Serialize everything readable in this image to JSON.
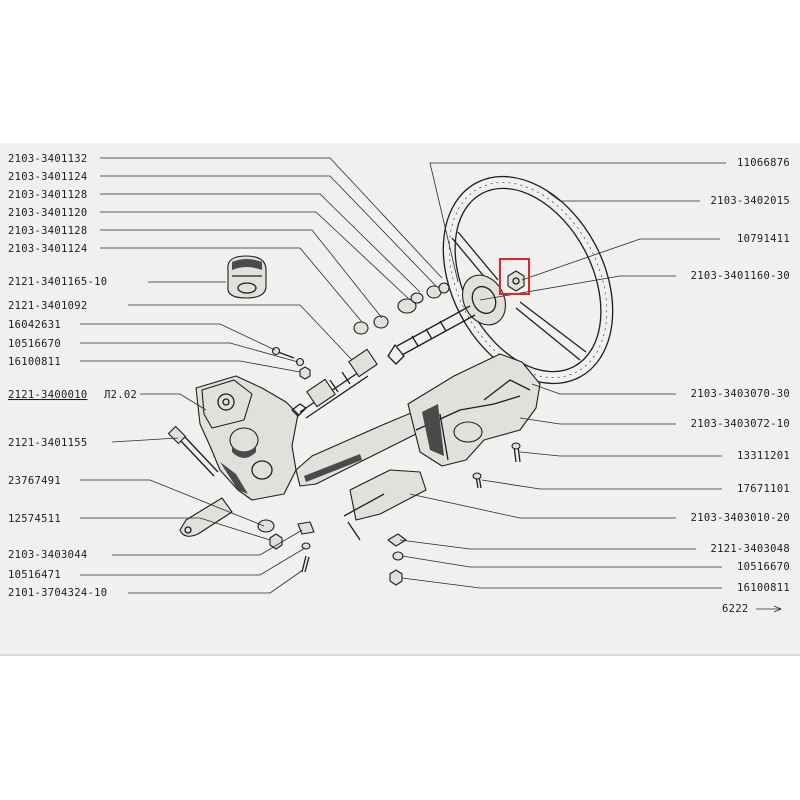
{
  "callouts_left": [
    {
      "part": "2103-3401132"
    },
    {
      "part": "2103-3401124"
    },
    {
      "part": "2103-3401128"
    },
    {
      "part": "2103-3401120"
    },
    {
      "part": "2103-3401128"
    },
    {
      "part": "2103-3401124"
    },
    {
      "part": "2121-3401165-10"
    },
    {
      "part": "2121-3401092"
    },
    {
      "part": "16042631"
    },
    {
      "part": "10516670"
    },
    {
      "part": "16100811"
    },
    {
      "part": "2121-3400010",
      "suffix": "Л2.02"
    },
    {
      "part": "2121-3401155"
    },
    {
      "part": "23767491"
    },
    {
      "part": "12574511"
    },
    {
      "part": "2103-3403044"
    },
    {
      "part": "10516471"
    },
    {
      "part": "2101-3704324-10"
    }
  ],
  "callouts_right": [
    {
      "part": "11066876"
    },
    {
      "part": "2103-3402015"
    },
    {
      "part": "10791411"
    },
    {
      "part": "2103-3401160-30"
    },
    {
      "part": "2103-3403070-30"
    },
    {
      "part": "2103-3403072-10"
    },
    {
      "part": "13311201"
    },
    {
      "part": "17671101"
    },
    {
      "part": "2103-3403010-20"
    },
    {
      "part": "2121-3403048"
    },
    {
      "part": "10516670"
    },
    {
      "part": "16100811"
    }
  ],
  "page_ref": "6222",
  "highlight_color": "#e0242e",
  "highlighted_part": "10791411"
}
